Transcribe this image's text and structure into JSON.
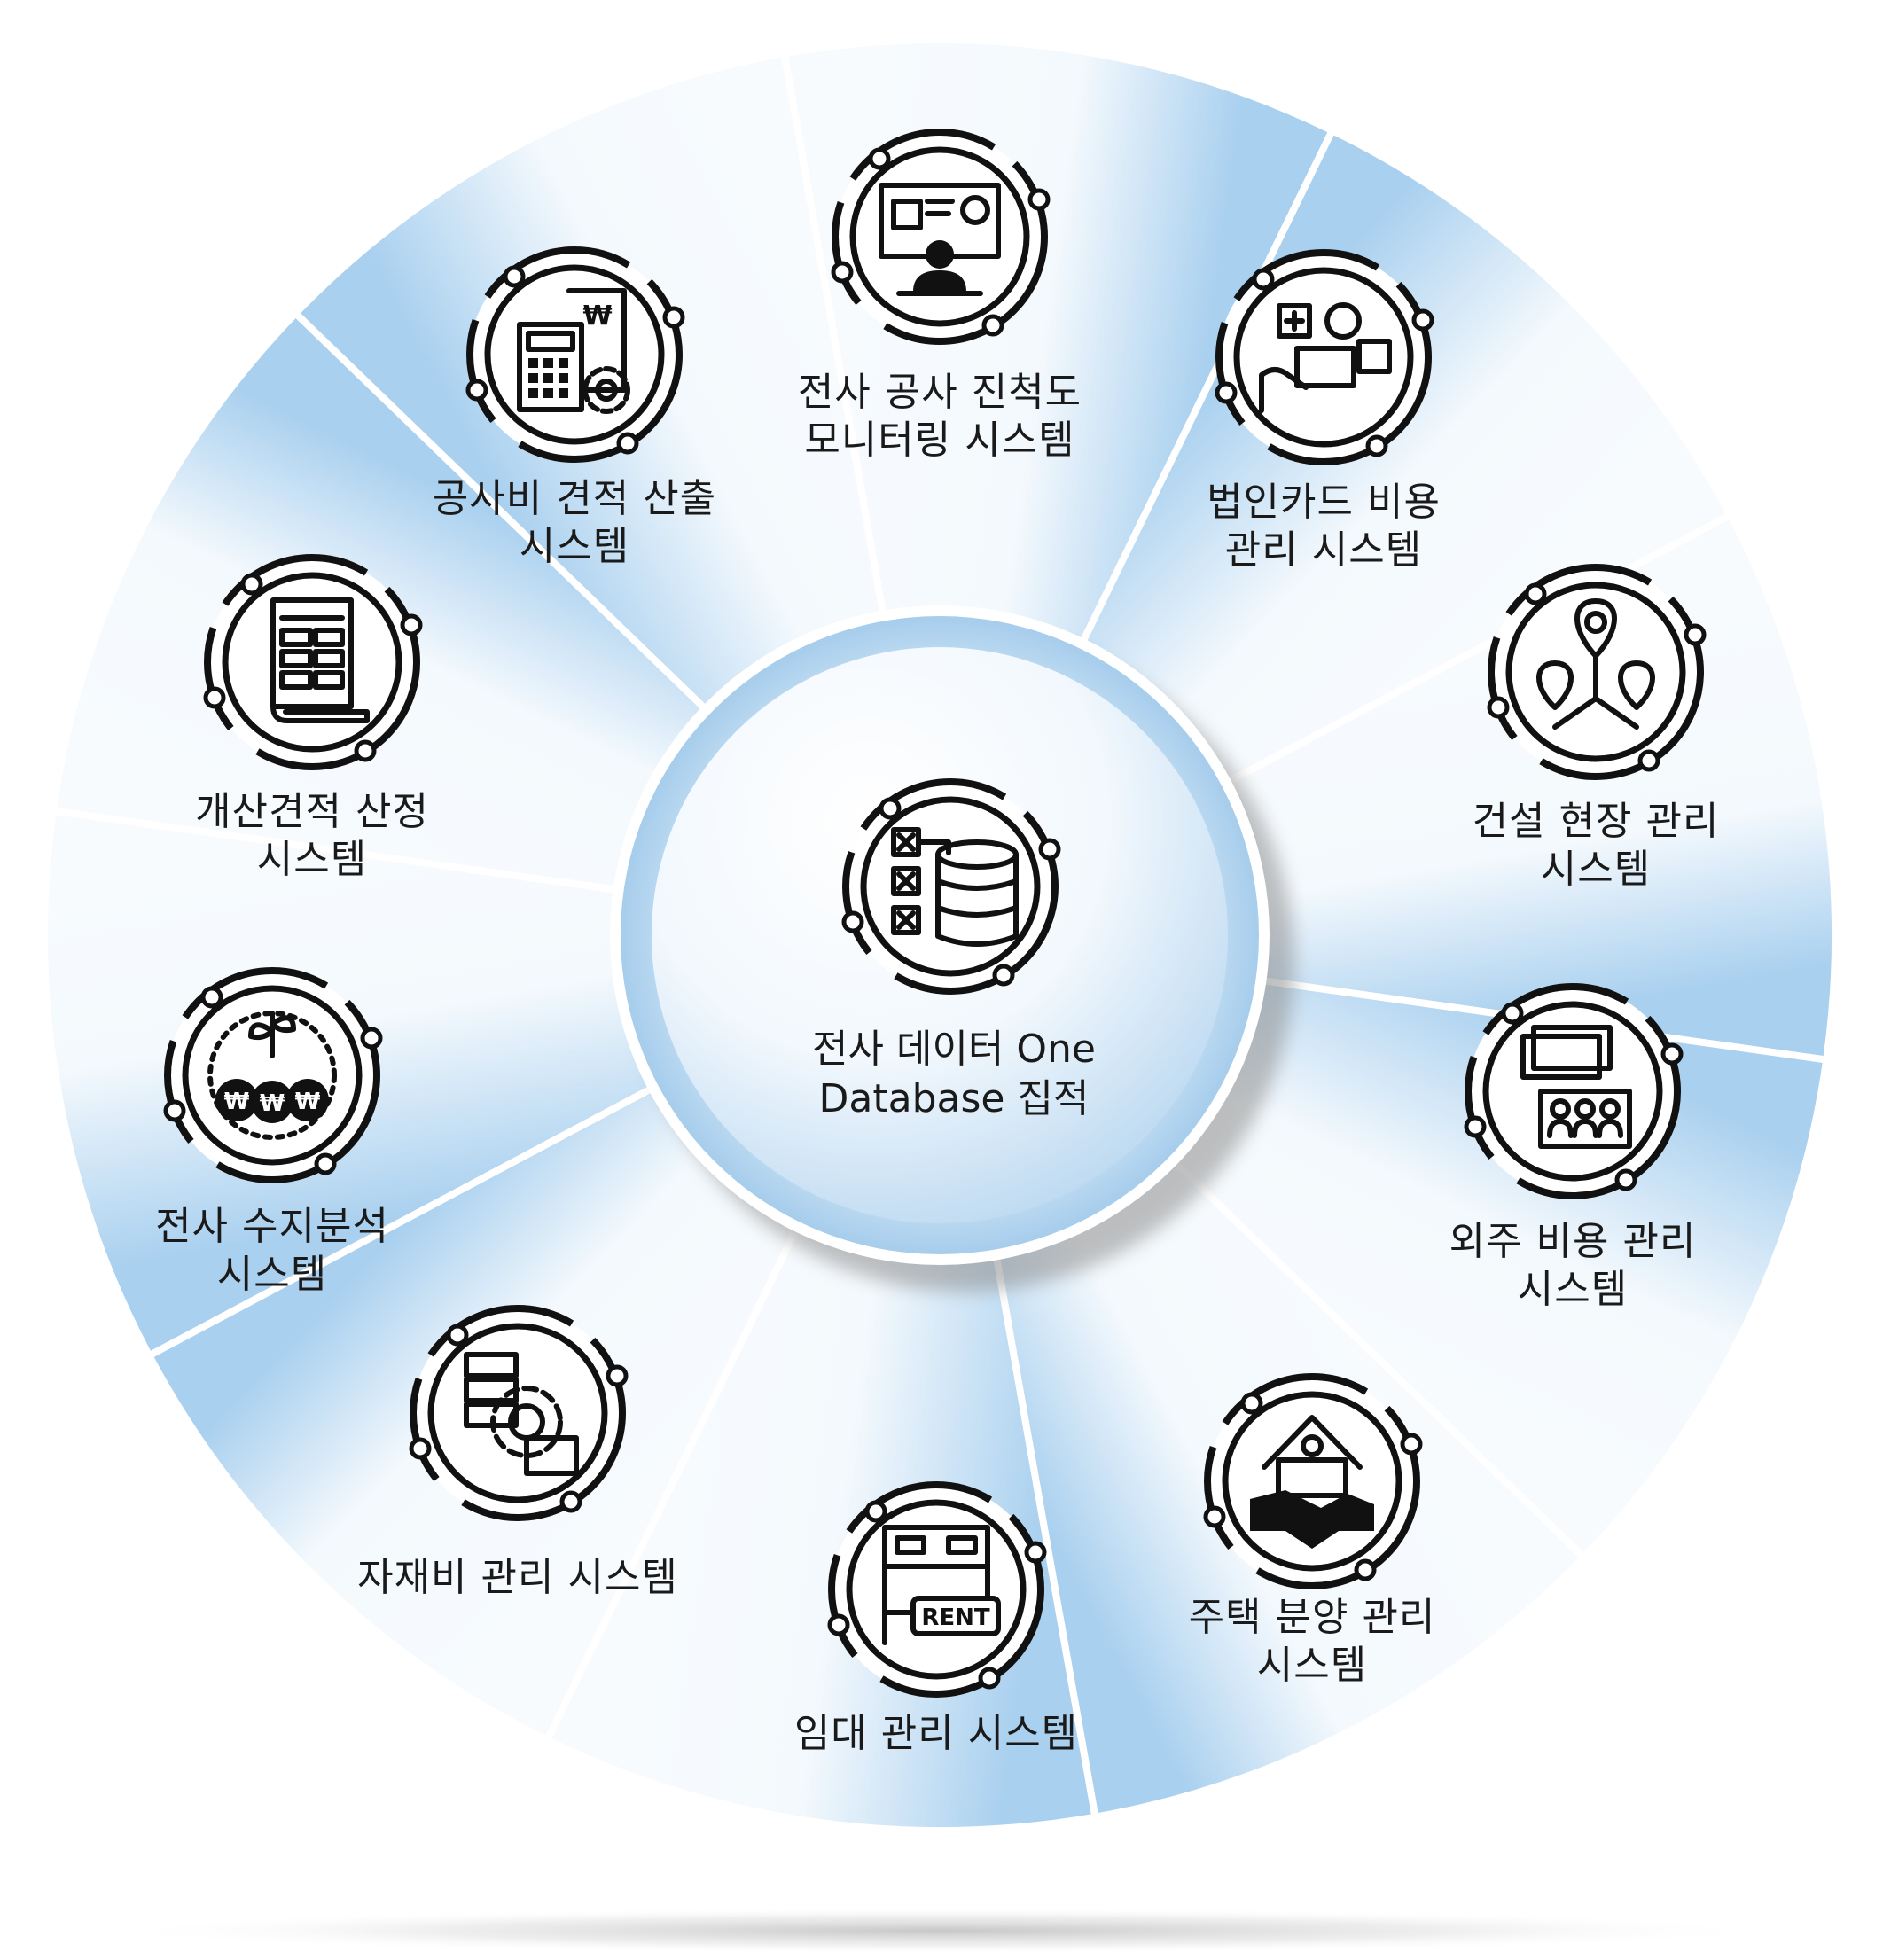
{
  "center": {
    "line1": "전사 데이터 One",
    "line2": "Database 집적",
    "icon": "database-icon"
  },
  "systems": [
    {
      "line1": "전사 공사 진척도",
      "line2": "모니터링 시스템",
      "icon": "presentation-monitor-icon"
    },
    {
      "line1": "법인카드 비용",
      "line2": "관리 시스템",
      "icon": "corporate-card-icon"
    },
    {
      "line1": "건설 현장 관리",
      "line2": "시스템",
      "icon": "site-locations-icon"
    },
    {
      "line1": "외주 비용 관리",
      "line2": "시스템",
      "icon": "outsourcing-cost-icon"
    },
    {
      "line1": "주택 분양 관리",
      "line2": "시스템",
      "icon": "house-handshake-icon"
    },
    {
      "line1": "임대 관리 시스템",
      "line2": "",
      "icon": "rent-bed-icon"
    },
    {
      "line1": "자재비 관리 시스템",
      "line2": "",
      "icon": "material-gear-icon"
    },
    {
      "line1": "전사 수지분석",
      "line2": "시스템",
      "icon": "money-bags-icon"
    },
    {
      "line1": "개산견적 산정",
      "line2": "시스템",
      "icon": "estimate-document-icon"
    },
    {
      "line1": "공사비 견적 산출",
      "line2": "시스템",
      "icon": "calculator-invoice-icon"
    }
  ],
  "icon_text": {
    "rent": "RENT",
    "won": "₩"
  },
  "colors": {
    "blue": "#a9d0ef",
    "light": "#f7fbfe",
    "text": "#1a1a1a",
    "icon": "#111111"
  }
}
